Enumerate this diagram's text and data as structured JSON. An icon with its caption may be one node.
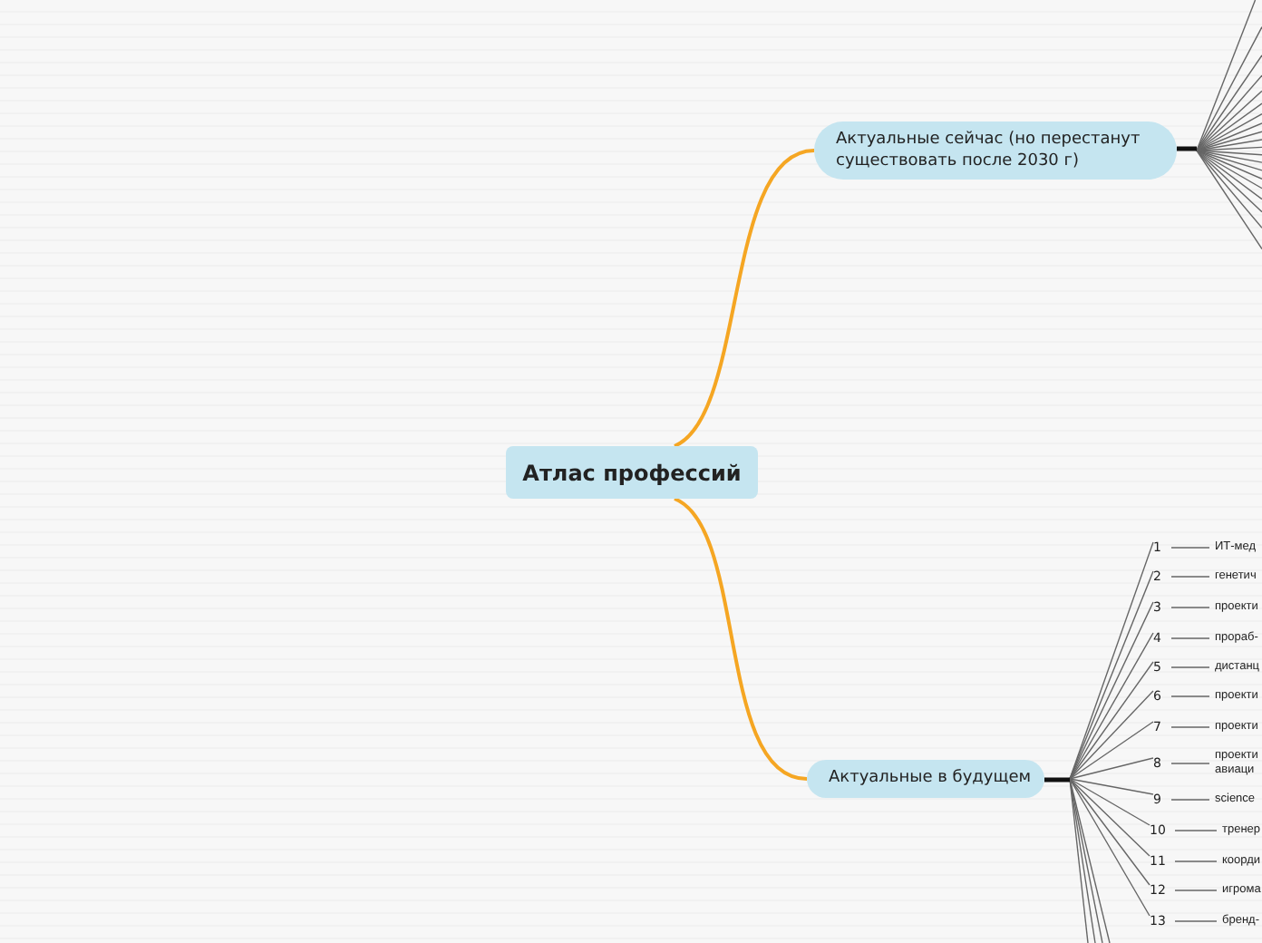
{
  "diagram": {
    "nodes": [
      {
        "text": [
          "Атлас профессий"
        ]
      },
      {
        "text": [
          "Актуальные сейчас (но перестанут существовать после 2030 г)"
        ]
      },
      {
        "text": [
          "Актуальные в будущем"
        ]
      },
      {
        "text": [
          "1"
        ]
      },
      {
        "text": [
          "ИТ-мед"
        ]
      },
      {
        "text": [
          "2"
        ]
      },
      {
        "text": [
          "генетич"
        ]
      },
      {
        "text": [
          "3"
        ]
      },
      {
        "text": [
          "проекти"
        ]
      },
      {
        "text": [
          "4"
        ]
      },
      {
        "text": [
          "прораб-"
        ]
      },
      {
        "text": [
          "5"
        ]
      },
      {
        "text": [
          "дистанц"
        ]
      },
      {
        "text": [
          "6"
        ]
      },
      {
        "text": [
          "проекти"
        ]
      },
      {
        "text": [
          "7"
        ]
      },
      {
        "text": [
          "проекти"
        ]
      },
      {
        "text": [
          "8"
        ]
      },
      {
        "text": [
          "проекти авиаци"
        ]
      },
      {
        "text": [
          "9"
        ]
      },
      {
        "text": [
          "science"
        ]
      },
      {
        "text": [
          "10"
        ]
      },
      {
        "text": [
          "тренер"
        ]
      },
      {
        "text": [
          "11"
        ]
      },
      {
        "text": [
          "коорди"
        ]
      },
      {
        "text": [
          "12"
        ]
      },
      {
        "text": [
          "игрома"
        ]
      },
      {
        "text": [
          "13"
        ]
      },
      {
        "text": [
          "бренд-"
        ]
      }
    ],
    "edges": [
      {
        "from": 0,
        "to": 1,
        "arrow": "none",
        "color": "#f5a623"
      },
      {
        "from": 0,
        "to": 2,
        "arrow": "none",
        "color": "#f5a623"
      },
      {
        "from": 2,
        "to": 3,
        "arrow": "none"
      },
      {
        "from": 3,
        "to": 4,
        "arrow": "none"
      },
      {
        "from": 2,
        "to": 5,
        "arrow": "none"
      },
      {
        "from": 5,
        "to": 6,
        "arrow": "none"
      },
      {
        "from": 2,
        "to": 7,
        "arrow": "none"
      },
      {
        "from": 7,
        "to": 8,
        "arrow": "none"
      },
      {
        "from": 2,
        "to": 9,
        "arrow": "none"
      },
      {
        "from": 9,
        "to": 10,
        "arrow": "none"
      },
      {
        "from": 2,
        "to": 11,
        "arrow": "none"
      },
      {
        "from": 11,
        "to": 12,
        "arrow": "none"
      },
      {
        "from": 2,
        "to": 13,
        "arrow": "none"
      },
      {
        "from": 13,
        "to": 14,
        "arrow": "none"
      },
      {
        "from": 2,
        "to": 15,
        "arrow": "none"
      },
      {
        "from": 15,
        "to": 16,
        "arrow": "none"
      },
      {
        "from": 2,
        "to": 17,
        "arrow": "none"
      },
      {
        "from": 17,
        "to": 18,
        "arrow": "none"
      },
      {
        "from": 2,
        "to": 19,
        "arrow": "none"
      },
      {
        "from": 19,
        "to": 20,
        "arrow": "none"
      },
      {
        "from": 2,
        "to": 21,
        "arrow": "none"
      },
      {
        "from": 21,
        "to": 22,
        "arrow": "none"
      },
      {
        "from": 2,
        "to": 23,
        "arrow": "none"
      },
      {
        "from": 23,
        "to": 24,
        "arrow": "none"
      },
      {
        "from": 2,
        "to": 25,
        "arrow": "none"
      },
      {
        "from": 25,
        "to": 26,
        "arrow": "none"
      },
      {
        "from": 2,
        "to": 27,
        "arrow": "none"
      },
      {
        "from": 27,
        "to": 28,
        "arrow": "none"
      },
      {
        "from": 2,
        "to": null,
        "arrow": "none"
      },
      {
        "from": 2,
        "to": null,
        "arrow": "none"
      },
      {
        "from": 2,
        "to": null,
        "arrow": "none"
      },
      {
        "from": 2,
        "to": null,
        "arrow": "none"
      },
      {
        "from": 1,
        "to": null,
        "arrow": "none"
      },
      {
        "from": 1,
        "to": null,
        "arrow": "none"
      },
      {
        "from": 1,
        "to": null,
        "arrow": "none"
      },
      {
        "from": 1,
        "to": null,
        "arrow": "none"
      },
      {
        "from": 1,
        "to": null,
        "arrow": "none"
      },
      {
        "from": 1,
        "to": null,
        "arrow": "none"
      },
      {
        "from": 1,
        "to": null,
        "arrow": "none"
      },
      {
        "from": 1,
        "to": null,
        "arrow": "none"
      },
      {
        "from": 1,
        "to": null,
        "arrow": "none"
      },
      {
        "from": 1,
        "to": null,
        "arrow": "none"
      },
      {
        "from": 1,
        "to": null,
        "arrow": "none"
      },
      {
        "from": 1,
        "to": null,
        "arrow": "none"
      },
      {
        "from": 1,
        "to": null,
        "arrow": "none"
      },
      {
        "from": 1,
        "to": null,
        "arrow": "none"
      },
      {
        "from": 1,
        "to": null,
        "arrow": "none"
      },
      {
        "from": 1,
        "to": null,
        "arrow": "none"
      },
      {
        "from": 1,
        "to": null,
        "arrow": "none"
      },
      {
        "from": 1,
        "to": null,
        "arrow": "none"
      },
      {
        "from": 1,
        "to": null,
        "arrow": "none"
      },
      {
        "from": 1,
        "to": null,
        "arrow": "none"
      }
    ]
  }
}
